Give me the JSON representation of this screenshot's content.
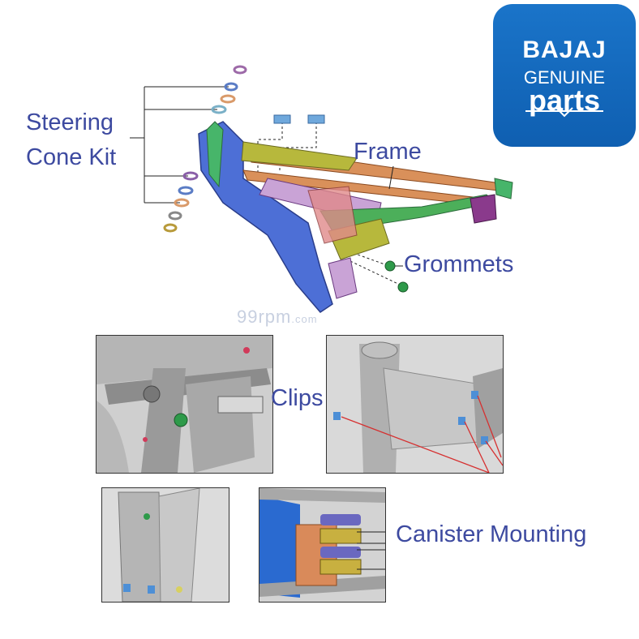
{
  "logo": {
    "brand": "BAJAJ",
    "line2": "GENUINE",
    "line3": "parts"
  },
  "labels": {
    "steering_line1": "Steering",
    "steering_line2": "Cone Kit",
    "frame": "Frame",
    "grommets": "Grommets",
    "clips": "Clips",
    "canister": "Canister Mounting"
  },
  "watermark": {
    "main": "99rpm",
    "suffix": ".com"
  },
  "colors": {
    "label_text": "#3d4aa0",
    "logo_bg": "#0f5fb1",
    "frame_blue": "#4d6fd6",
    "frame_orange": "#d9905a",
    "frame_green": "#4caf5a",
    "frame_yellow": "#b7b83c",
    "frame_purple": "#8a3a8c",
    "clip_blue": "#4d8fd6",
    "pointer_red": "#d63030"
  }
}
